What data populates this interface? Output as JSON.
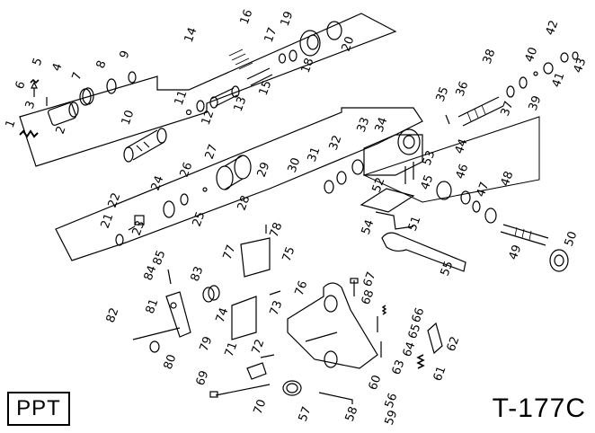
{
  "brand": "PPT",
  "model": "T-177C",
  "part_labels": [
    "1",
    "2",
    "3",
    "4",
    "5",
    "6",
    "7",
    "8",
    "9",
    "10",
    "11",
    "12",
    "13",
    "14",
    "15",
    "16",
    "17",
    "18",
    "19",
    "20",
    "21",
    "22",
    "23",
    "24",
    "25",
    "26",
    "27",
    "28",
    "29",
    "30",
    "31",
    "32",
    "33",
    "34",
    "35",
    "36",
    "37",
    "38",
    "39",
    "40",
    "41",
    "42",
    "43",
    "44",
    "45",
    "46",
    "47",
    "48",
    "49",
    "50",
    "51",
    "52",
    "53",
    "54",
    "55",
    "56",
    "57",
    "58",
    "59",
    "60",
    "61",
    "62",
    "63",
    "64",
    "65",
    "66",
    "67",
    "68",
    "69",
    "70",
    "71",
    "72",
    "73",
    "74",
    "75",
    "76",
    "77",
    "78",
    "79",
    "80",
    "81",
    "82",
    "83",
    "84",
    "85"
  ]
}
